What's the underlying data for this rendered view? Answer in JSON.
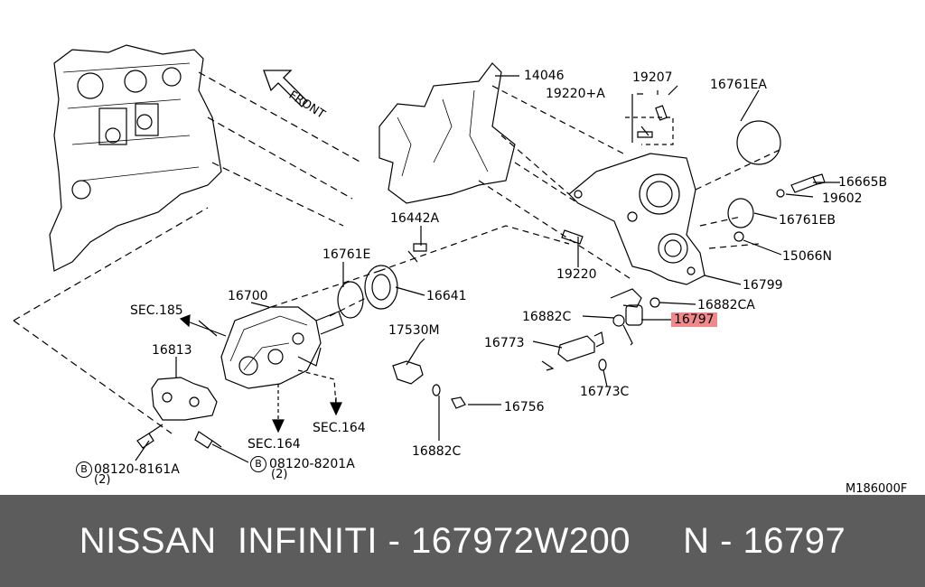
{
  "diagram": {
    "front_label": "FRONT",
    "code": "M186000F",
    "labels": {
      "p14046": "14046",
      "p19207": "19207",
      "p19220a": "19220+A",
      "p16761ea": "16761EA",
      "p16665b": "16665B",
      "p19602": "19602",
      "p16761eb": "16761EB",
      "p15066n": "15066N",
      "p16799": "16799",
      "p16882ca": "16882CA",
      "p16797": "16797",
      "p16882c_a": "16882C",
      "p16773": "16773",
      "p16773c": "16773C",
      "p16756": "16756",
      "p16882c_b": "16882C",
      "p17530m": "17530M",
      "p16641": "16641",
      "p16761e": "16761E",
      "p16442a": "16442A",
      "p19220": "19220",
      "p16700": "16700",
      "sec185": "SEC.185",
      "p16813": "16813",
      "sec164a": "SEC.164",
      "sec164b": "SEC.164",
      "bolt1": "08120-8161A",
      "bolt1_qty": "(2)",
      "bolt2": "08120-8201A",
      "bolt2_qty": "(2)",
      "b_marker": "B"
    }
  },
  "footer": {
    "text": "NISSAN  INFINITI - 167972W200     N - 16797"
  },
  "colors": {
    "footer_bg": "#5c5c5c",
    "highlight": "#f08a8a"
  }
}
